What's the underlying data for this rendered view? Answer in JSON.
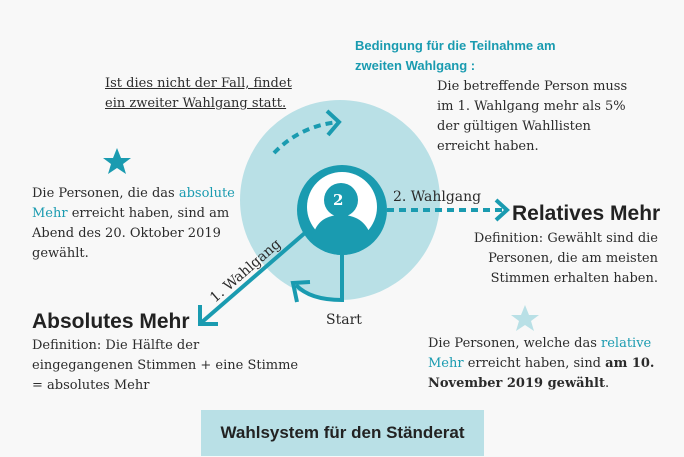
{
  "colors": {
    "accent": "#1a9bb0",
    "circle": "#b9e0e6"
  },
  "condition": {
    "heading": "Bedingung für die Teilnahme am zweiten Wahlgang :",
    "text": "Die betreffende Person muss im 1. Wahlgang mehr als 5% der gültigen Wahllisten erreicht haben."
  },
  "second_round_note": "Ist dies nicht der Fall, findet ein zweiter Wahlgang statt.",
  "absolute_winners": {
    "pre": "Die Personen, die das ",
    "highlight": "absolute Mehr",
    "post": " erreicht haben, sind am Abend des 20. Oktober 2019 gewählt."
  },
  "relative": {
    "title": "Relatives Mehr",
    "definition": "Definition: Gewählt sind die Personen, die am meisten Stimmen erhalten haben."
  },
  "absolute": {
    "title": "Absolutes Mehr",
    "definition": "Definition: Die Hälfte der eingegangenen Stimmen + eine Stimme = absolutes Mehr"
  },
  "relative_winners": {
    "pre": "Die Personen, welche das ",
    "highlight": "relative Mehr",
    "mid": " erreicht haben, sind ",
    "bold": "am 10. November 2019 gewählt",
    "post": "."
  },
  "diagram": {
    "badge": "2",
    "round1": "1. Wahlgang",
    "round2": "2. Wahlgang",
    "start": "Start"
  },
  "title": "Wahlsystem für den Ständerat"
}
